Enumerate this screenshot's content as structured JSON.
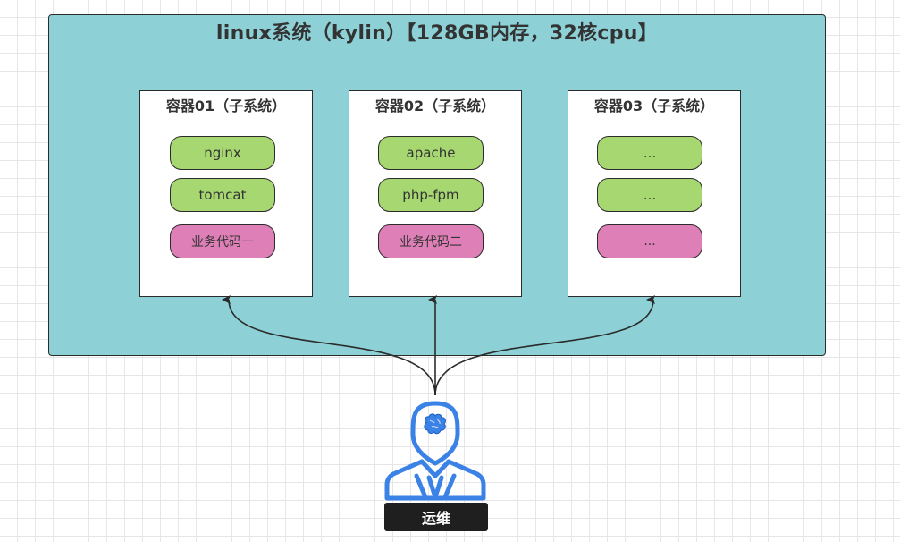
{
  "host": {
    "title": "linux系统（kylin）【128GB内存，32核cpu】"
  },
  "containers": [
    {
      "title": "容器01（子系统）",
      "items": [
        "nginx",
        "tomcat",
        "业务代码一"
      ]
    },
    {
      "title": "容器02（子系统）",
      "items": [
        "apache",
        "php-fpm",
        "业务代码二"
      ]
    },
    {
      "title": "容器03（子系统）",
      "items": [
        "...",
        "...",
        "..."
      ]
    }
  ],
  "operator": {
    "label": "运维",
    "icon": "person-brain-icon"
  },
  "colors": {
    "host_bg": "#8dd1d7",
    "service_pill": "#a6d771",
    "code_pill": "#de7fb7",
    "operator_icon": "#3b82e6",
    "label_bg": "#1f1f1f"
  }
}
